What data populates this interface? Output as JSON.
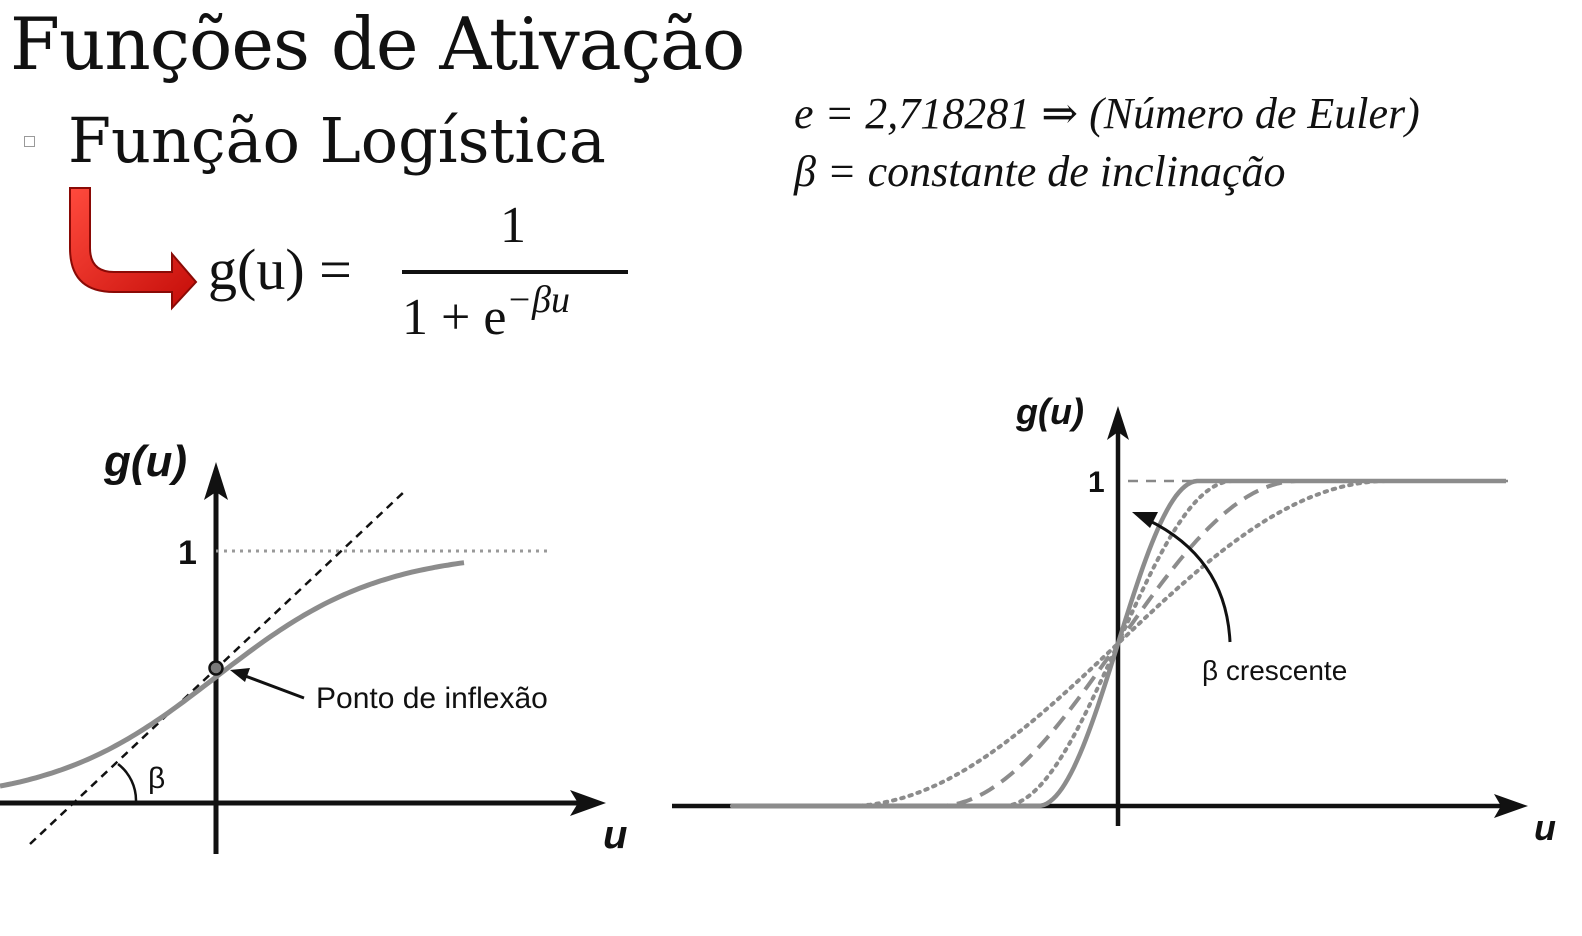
{
  "slide": {
    "title": "Funções de Ativação",
    "subtitle": "Função Logística",
    "bullet_color": "#9a9a9a",
    "arrow_color": "#e0140f"
  },
  "formula": {
    "lhs": "g(u) =",
    "numerator": "1",
    "denominator_base": "1 + e",
    "denominator_exp": "−βu"
  },
  "definitions": {
    "e": "e = 2,718281 ⇒ (Número de Euler)",
    "beta": "β = constante de inclinação"
  },
  "left_graph": {
    "ylabel": "g(u)",
    "xlabel": "u",
    "level_one_label": "1",
    "inflection_label": "Ponto de inflexão",
    "slope_label": "β",
    "curve_color": "#8c8c8c"
  },
  "right_graph": {
    "ylabel": "g(u)",
    "xlabel": "u",
    "level_one_label": "1",
    "trend_label": "β crescente",
    "curve_color": "#8c8c8c"
  }
}
